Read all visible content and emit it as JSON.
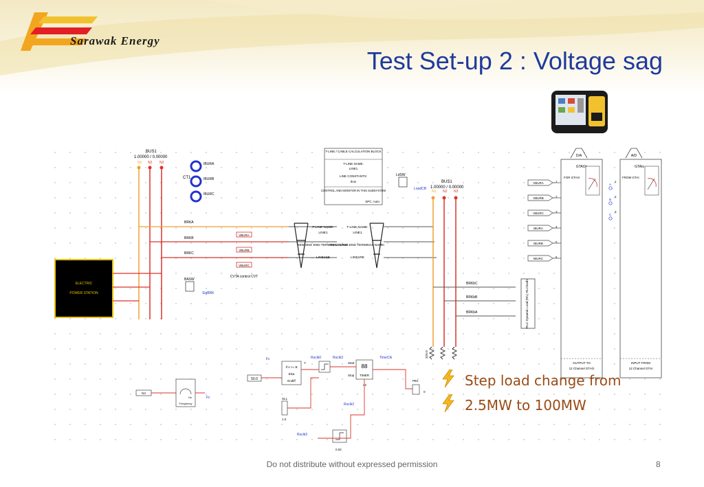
{
  "header": {
    "logo_text": "Sarawak Energy",
    "title": "Test Set-up 2 : Voltage sag"
  },
  "diagram": {
    "bus1_left": {
      "name": "BUS1",
      "values": "1.00000 / 0.00000",
      "phases": [
        "N1",
        "N2",
        "N3"
      ]
    },
    "ct_label": "CT1",
    "ct_signals": [
      "IBURA",
      "IBURB",
      "IBURC"
    ],
    "tline_block": {
      "title": "T-LINE / CABLE CALCULATION BLOCK",
      "name_label": "T-LINE NAME:",
      "name": "LINE1",
      "constants_label": "LINE CONSTANTS:",
      "constants": "tlnsi",
      "control_label": "CONTROL AND MONITOR IN THIS SUBSYSTEM",
      "control_value": "SPC: Auto"
    },
    "breakers_left": [
      "BRKA",
      "BRKB",
      "BRKC"
    ],
    "voltage_tags": [
      "VBURA",
      "VBURB",
      "VBURC"
    ],
    "tower_left": {
      "name_label": "T-LINE NAME:",
      "name": "LINE1",
      "end_label": "SENDING END TERMINAL NAME:",
      "end": "LINE1SE"
    },
    "tower_right": {
      "name_label": "T-LINE NAME:",
      "name": "LINE1",
      "end_label": "RECEIVING END TERMINAL NAME:",
      "end": "LINE1RE"
    },
    "cvt_label": "CVTA control CVT",
    "station": {
      "line1": "ELECTRIC",
      "line2": "POWER STATION"
    },
    "switch_left": {
      "name": "BASW",
      "signal": "SigBRK"
    },
    "switch_right": {
      "name": "LdSW",
      "signal": "LoadCB"
    },
    "bus1_right": {
      "name": "BUS1",
      "values": "1.00000 / 0.00000",
      "phases": [
        "N1",
        "N2",
        "N3"
      ]
    },
    "breakers_right": [
      "BRKbC",
      "BRKbB",
      "BRKbA"
    ],
    "load": {
      "name": "RLC Dynamic Load (R/L) RLCload1",
      "values": [
        "32S.0",
        "32S.0",
        "32S.0"
      ]
    },
    "gtao": {
      "header": "D/A",
      "title": "GTAOs",
      "sub": "FOR GTAO",
      "bottom1": "OUTPUT TO",
      "bottom2": "12 Channel GTAO",
      "signals": [
        "VBURA",
        "VBURB",
        "VBURC",
        "IBURA",
        "IBURB",
        "IBURC"
      ],
      "channels": [
        "1",
        "2",
        "3",
        "4",
        "5",
        "6"
      ]
    },
    "gtai": {
      "header": "A/D",
      "title": "GTAIs",
      "sub": "FROM GTAI",
      "bottom1": "INPUT FROM",
      "bottom2": "12 Channel GTAI",
      "channels": [
        "1",
        "2",
        "3"
      ],
      "ports": [
        "A",
        "B",
        "C"
      ]
    },
    "control": {
      "fc": "Fc",
      "value_in": "50.0",
      "compare": "If A >= B",
      "gtao_out": "Y",
      "edge": "Elsa",
      "e_diff": "Endiff",
      "rising": "Rsclk0",
      "rising2": "Rsclk3",
      "start": "Start",
      "timer": "TIMER",
      "digits": "88",
      "stop": "Stop",
      "timeclk": "TimeClk",
      "n2": "n2",
      "one": "1.0",
      "sl": "SL1",
      "rsclk2": "Rsclk2",
      "pb": "PB1",
      "zero": "0",
      "rsclk3": "Rsclk3",
      "delay": "0.02",
      "n3": "N3",
      "freq": "Frequency",
      "hz": "Hz",
      "fc2": "Fc"
    }
  },
  "bullets": [
    {
      "icon": "lightning-icon",
      "text": "Step load change from"
    },
    {
      "icon": "lightning-icon",
      "text": "2.5MW to 100MW"
    }
  ],
  "footer": {
    "text": "Do not distribute without expressed permission",
    "page": "8"
  },
  "colors": {
    "title": "#1f3a9c",
    "bullet": "#9a4b16",
    "wire_red": "#d9332b",
    "wire_orange": "#f0a030",
    "ct_blue": "#2233cc"
  }
}
